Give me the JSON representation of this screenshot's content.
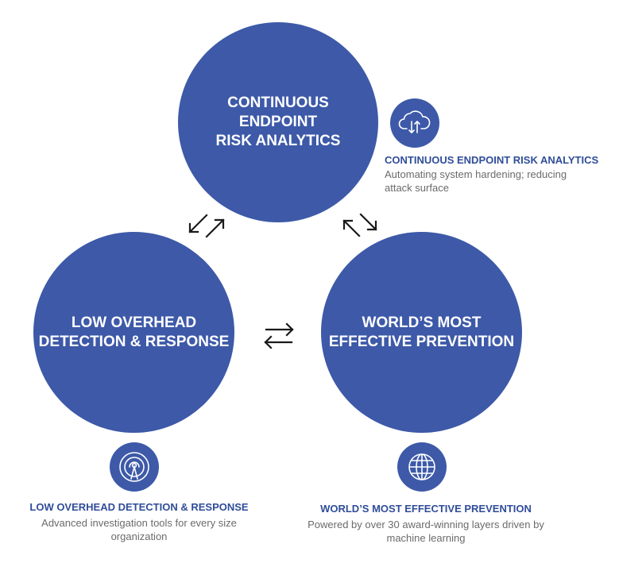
{
  "colors": {
    "circle": "#3d59a8",
    "caption_title": "#2f4d99",
    "caption_text": "#6b6b6b",
    "arrow": "#1a1a1a"
  },
  "circles": {
    "top": {
      "lines": [
        "CONTINUOUS",
        "ENDPOINT",
        "RISK ANALYTICS"
      ]
    },
    "left": {
      "lines": [
        "LOW OVERHEAD",
        "DETECTION & RESPONSE"
      ]
    },
    "right": {
      "lines": [
        "WORLD’S MOST",
        "EFFECTIVE PREVENTION"
      ]
    }
  },
  "captions": {
    "top": {
      "title": "CONTINUOUS ENDPOINT  RISK ANALYTICS",
      "description_lines": [
        "Automating system hardening; reducing",
        "attack surface"
      ],
      "icon": "cloud-sync-icon"
    },
    "left": {
      "title": "LOW OVERHEAD DETECTION & RESPONSE",
      "description_lines": [
        "Advanced investigation tools for every size",
        "organization"
      ],
      "icon": "broadcast-tower-icon"
    },
    "right": {
      "title": "WORLD’S MOST EFFECTIVE PREVENTION",
      "description_lines": [
        "Powered by over 30 award-winning layers driven by",
        "machine learning"
      ],
      "icon": "globe-icon"
    }
  }
}
